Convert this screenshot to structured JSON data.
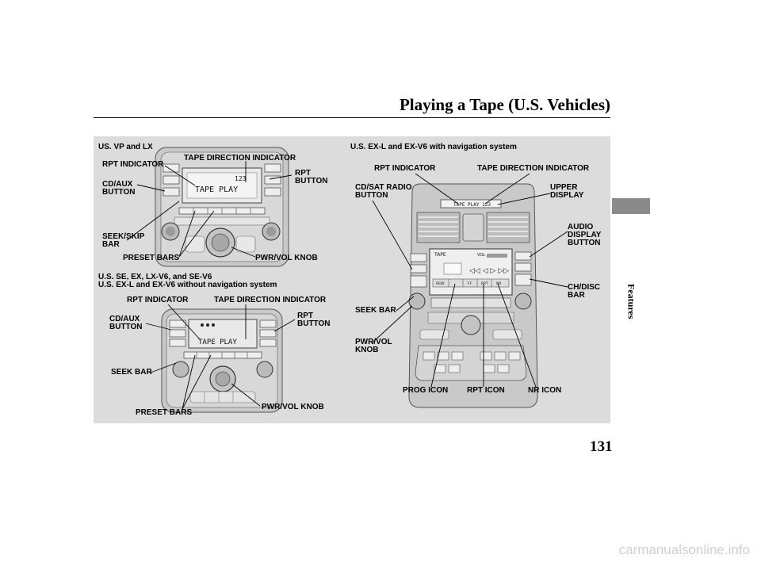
{
  "header": {
    "title": "Playing a Tape (U.S. Vehicles)"
  },
  "side": {
    "label": "Features"
  },
  "sections": {
    "top_left": "US. VP and LX",
    "bottom_left": "U.S. SE, EX, LX-V6, and SE-V6\nU.S. EX-L and EX-V6 without navigation system",
    "right": "U.S. EX-L and EX-V6 with navigation system"
  },
  "labels": {
    "tl_tape_dir": "TAPE DIRECTION INDICATOR",
    "tl_rpt_ind": "RPT INDICATOR",
    "tl_rpt_btn": "RPT\nBUTTON",
    "tl_cd_aux": "CD/AUX\nBUTTON",
    "tl_seek_skip": "SEEK/SKIP\nBAR",
    "tl_preset": "PRESET BARS",
    "tl_pwr_vol": "PWR/VOL KNOB",
    "bl_rpt_ind": "RPT INDICATOR",
    "bl_tape_dir": "TAPE DIRECTION INDICATOR",
    "bl_cd_aux": "CD/AUX\nBUTTON",
    "bl_rpt_btn": "RPT\nBUTTON",
    "bl_seek": "SEEK BAR",
    "bl_preset": "PRESET BARS",
    "bl_pwr_vol": "PWR/VOL KNOB",
    "r_rpt_ind": "RPT INDICATOR",
    "r_tape_dir": "TAPE DIRECTION INDICATOR",
    "r_cd_sat": "CD/SAT RADIO\nBUTTON",
    "r_upper": "UPPER\nDISPLAY",
    "r_audio_disp": "AUDIO\nDISPLAY\nBUTTON",
    "r_ch_disc": "CH/DISC\nBAR",
    "r_seek": "SEEK BAR",
    "r_pwr_vol": "PWR/VOL\nKNOB",
    "r_prog": "PROG ICON",
    "r_rpt_icon": "RPT ICON",
    "r_nr_icon": "NR ICON"
  },
  "display": {
    "tl_screen": "TAPE  PLAY",
    "tl_track": "123",
    "bl_screen": "TAPE   PLAY",
    "r_upper": "TAPE  PLAY   123",
    "r_lower": "TAPE",
    "r_vol": "VOL",
    "r_btns": [
      "REW",
      "",
      "FF",
      "RPT",
      "NR"
    ]
  },
  "footer": {
    "page_number": "131",
    "watermark": "carmanualsonline.info"
  }
}
